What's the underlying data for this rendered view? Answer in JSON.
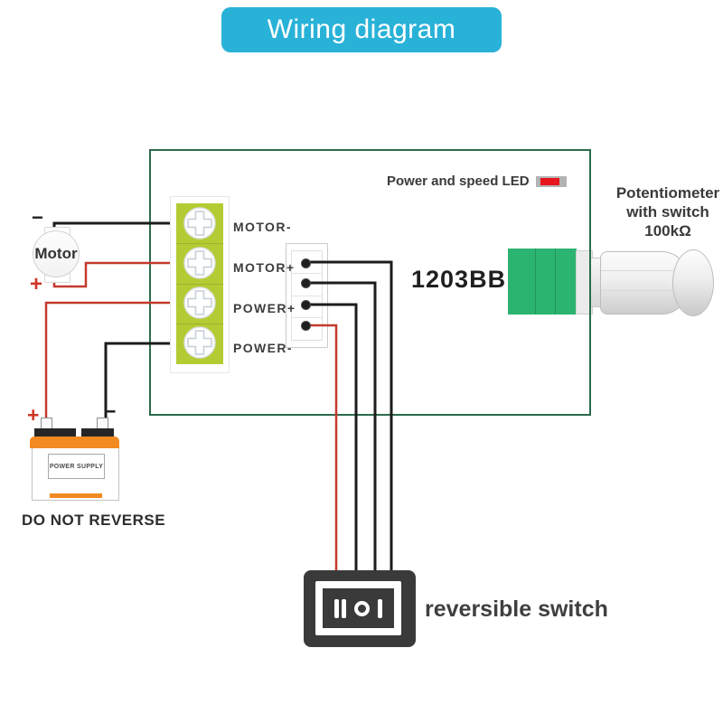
{
  "title": {
    "label": "Wiring diagram"
  },
  "board": {
    "model": "1203BB",
    "led_label": "Power and speed LED",
    "terminals": [
      "MOTOR-",
      "MOTOR+",
      "POWER+",
      "POWER-"
    ]
  },
  "motor": {
    "label": "Motor",
    "plus": "+",
    "minus": "−"
  },
  "power_supply": {
    "label": "POWER SUPPLY",
    "warning": "DO NOT REVERSE",
    "plus": "+",
    "minus": "−"
  },
  "potentiometer": {
    "name": "Potentiometer",
    "feature": "with switch",
    "value": "100kΩ"
  },
  "reversible_switch": {
    "label": "reversible switch"
  },
  "colors": {
    "banner": "#29b2d8",
    "board_border": "#2c6a4d",
    "terminal_green": "#b5cb33",
    "pot_green": "#2bb470",
    "orange": "#f18a21",
    "wire_black": "#1c1c1c",
    "wire_red": "#c43a2c",
    "led_red": "#e8141e",
    "switch_dark": "#3a3a3a",
    "text_dark": "#3a3a3a"
  }
}
